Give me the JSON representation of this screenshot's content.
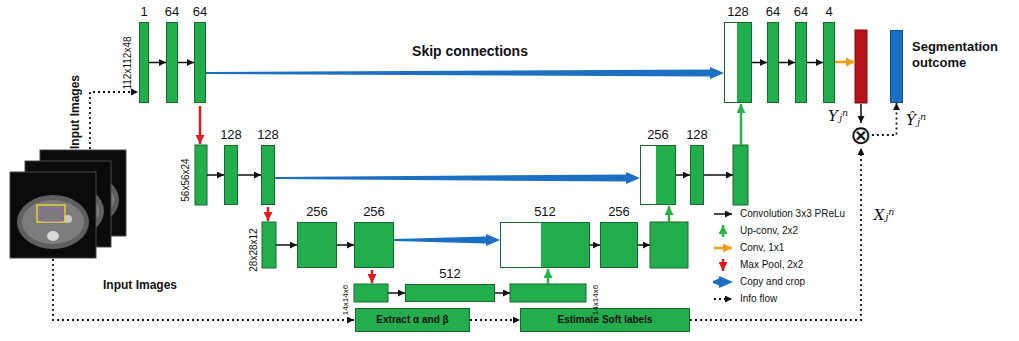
{
  "diagram": {
    "nodes": [
      {
        "text": [
          "1"
        ]
      },
      {
        "text": [
          "64"
        ]
      },
      {
        "text": [
          "64"
        ]
      },
      {
        "text": [
          "128"
        ]
      },
      {
        "text": [
          "128"
        ]
      },
      {
        "text": [
          "256"
        ]
      },
      {
        "text": [
          "256"
        ]
      },
      {
        "text": [
          "512"
        ]
      },
      {
        "text": [
          "512"
        ]
      },
      {
        "text": [
          "256"
        ]
      },
      {
        "text": [
          "256"
        ]
      },
      {
        "text": [
          "128"
        ]
      },
      {
        "text": [
          "128"
        ]
      },
      {
        "text": [
          "64"
        ]
      },
      {
        "text": [
          "64"
        ]
      },
      {
        "text": [
          "4"
        ]
      },
      {
        "text": [
          "Segmentation outcome"
        ]
      },
      {
        "text": [
          "⊗"
        ]
      },
      {
        "text": [
          "Extract α and β"
        ]
      },
      {
        "text": [
          "Estimate Soft labels"
        ]
      }
    ],
    "edges": [
      {
        "from": 0,
        "to": 1,
        "arrow": "to"
      },
      {
        "from": 1,
        "to": 2,
        "arrow": "to"
      },
      {
        "from": 2,
        "to": 12,
        "label": "Skip connections",
        "arrow": "to"
      },
      {
        "from": 3,
        "to": 4,
        "arrow": "to"
      },
      {
        "from": 4,
        "to": 10,
        "arrow": "to"
      },
      {
        "from": 5,
        "to": 6,
        "arrow": "to"
      },
      {
        "from": 6,
        "to": 8,
        "arrow": "to"
      },
      {
        "from": 8,
        "to": 9,
        "arrow": "to"
      },
      {
        "from": 10,
        "to": 11,
        "arrow": "to"
      },
      {
        "from": 12,
        "to": 13,
        "arrow": "to"
      },
      {
        "from": 13,
        "to": 14,
        "arrow": "to"
      },
      {
        "from": 14,
        "to": 15,
        "arrow": "to"
      },
      {
        "from": 18,
        "to": 19,
        "arrow": "to"
      },
      {
        "from": 19,
        "to": 17,
        "label": "Xⱼⁿ",
        "arrow": "to"
      },
      {
        "from": 17,
        "to": 16,
        "label": "Ŷⱼⁿ",
        "arrow": "to"
      }
    ],
    "labels": [
      "112x112x48",
      "56x56x24",
      "28x28x12",
      "14x14x6",
      "14x14x6",
      "Input Images",
      "Input Images",
      "Yⱼⁿ"
    ],
    "legend": [
      {
        "text": "Convolution 3x3 PReLu"
      },
      {
        "text": "Up-conv, 2x2"
      },
      {
        "text": "Conv, 1x1"
      },
      {
        "text": "Max Pool, 2x2"
      },
      {
        "text": "Copy and crop"
      },
      {
        "text": "Info flow"
      }
    ]
  }
}
